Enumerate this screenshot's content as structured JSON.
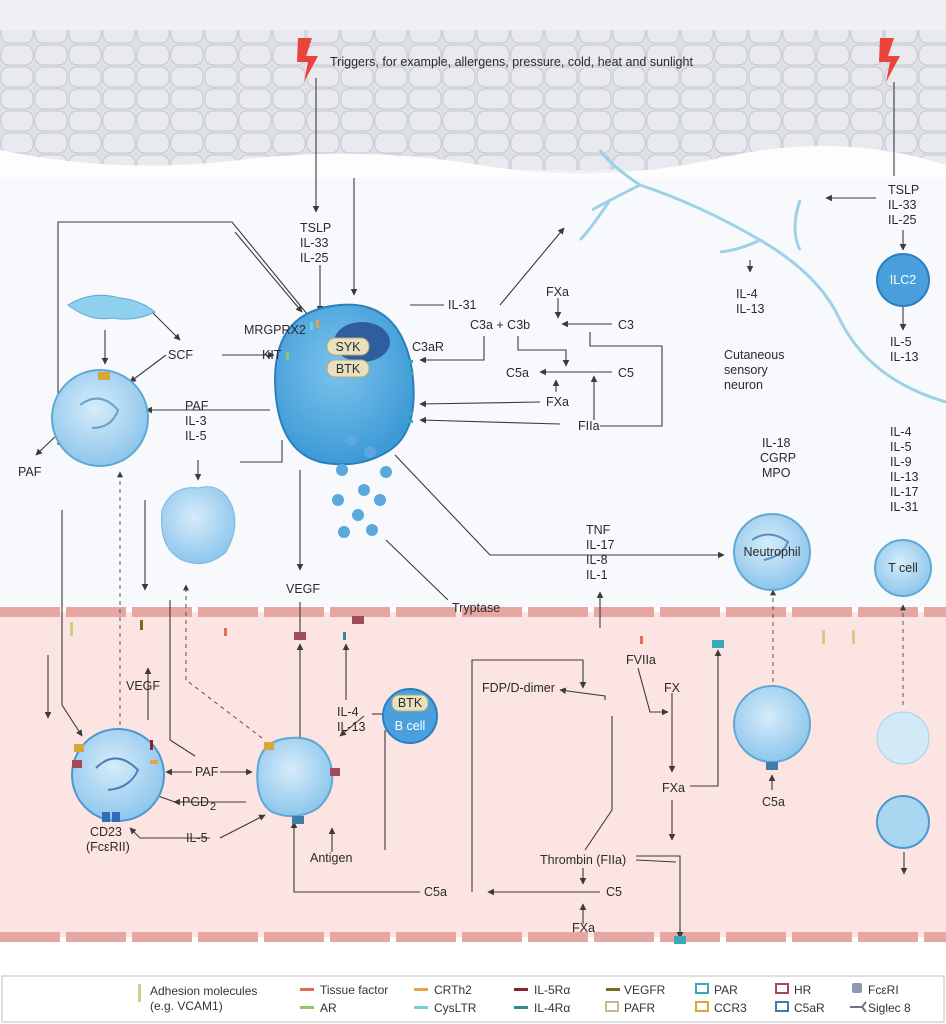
{
  "trigger": "Triggers, for example, allergens, pressure, cold, heat and sunlight",
  "left_cytokines": [
    "TSLP",
    "IL-33",
    "IL-25"
  ],
  "right_cytokines": [
    "TSLP",
    "IL-33",
    "IL-25"
  ],
  "mast_cell": {
    "receptors": {
      "mrgprx2": "MRGPRX2",
      "kit": "KIT",
      "c3ar": "C3aR"
    },
    "kinases": [
      "SYK",
      "BTK"
    ]
  },
  "scf": "SCF",
  "eos_mediators": [
    "PAF",
    "IL-3",
    "IL-5"
  ],
  "paf": "PAF",
  "il31": "IL-31",
  "complement": {
    "fxa_top": "FXa",
    "c3a_c3b": "C3a + C3b",
    "c3": "C3",
    "c5a": "C5a",
    "c5": "C5",
    "fxa_mid": "FXa",
    "fiia": "FIIa"
  },
  "ilc2": {
    "label": "ILC2",
    "in": [
      "IL-4",
      "IL-13"
    ],
    "out": [
      "IL-5",
      "IL-13"
    ]
  },
  "neuron": [
    "Cutaneous",
    "sensory",
    "neuron"
  ],
  "neutrophil": {
    "label": "Neutrophil",
    "mediators": [
      "IL-18",
      "CGRP",
      "MPO"
    ]
  },
  "t_cell": {
    "label": "T cell",
    "mediators": [
      "IL-4",
      "IL-5",
      "IL-9",
      "IL-13",
      "IL-17",
      "IL-31"
    ]
  },
  "tnf_group": [
    "TNF",
    "IL-17",
    "IL-8",
    "IL-1"
  ],
  "vegf_top": "VEGF",
  "tryptase": "Tryptase",
  "vascular": {
    "vegf": "VEGF",
    "paf": "PAF",
    "pgd2": "PGD",
    "pgd2_sub": "2",
    "il5": "IL-5",
    "cd23": [
      "CD23",
      "(FcεRII)"
    ],
    "il4_13": [
      "IL-4",
      "IL-13"
    ],
    "bcell": "B cell",
    "btk": "BTK",
    "antigen": "Antigen",
    "fdp": "FDP/D-dimer",
    "fviia": "FVIIa",
    "fx": "FX",
    "fxa": "FXa",
    "thrombin": "Thrombin (FIIa)",
    "c5a": "C5a",
    "c5": "C5",
    "fxa_bottom": "FXa",
    "neut_c5a": "C5a"
  },
  "legend": [
    {
      "label": [
        "Adhesion molecules",
        "(e.g. VCAM1)"
      ],
      "color": "#cfcf8a",
      "icon": "adhesion-molecule-icon"
    },
    {
      "label": [
        "Tissue factor"
      ],
      "color": "#e06b5a",
      "icon": "tissue-factor-icon"
    },
    {
      "label": [
        "AR"
      ],
      "color": "#8bc86a",
      "icon": "ar-icon"
    },
    {
      "label": [
        "CRTh2"
      ],
      "color": "#e8a24a",
      "icon": "crth2-icon"
    },
    {
      "label": [
        "CysLTR"
      ],
      "color": "#6fd0d8",
      "icon": "cysltr-icon"
    },
    {
      "label": [
        "IL-5Rα"
      ],
      "color": "#8b1f2a",
      "icon": "il5ra-icon"
    },
    {
      "label": [
        "IL-4Rα"
      ],
      "color": "#2e8f8a",
      "icon": "il4ra-icon"
    },
    {
      "label": [
        "VEGFR"
      ],
      "color": "#7a6a1e",
      "icon": "vegfr-icon"
    },
    {
      "label": [
        "PAFR"
      ],
      "color": "#c9b98a",
      "icon": "pafr-icon"
    },
    {
      "label": [
        "PAR"
      ],
      "color": "#37a9b8",
      "icon": "par-icon"
    },
    {
      "label": [
        "CCR3"
      ],
      "color": "#d9a63a",
      "icon": "ccr3-icon"
    },
    {
      "label": [
        "HR"
      ],
      "color": "#a04a5a",
      "icon": "hr-icon"
    },
    {
      "label": [
        "C5aR"
      ],
      "color": "#3d7fa8",
      "icon": "c5ar-icon"
    },
    {
      "label": [
        "FcεRI"
      ],
      "color": "#8e9ab2",
      "icon": "fceri-icon"
    },
    {
      "label": [
        "Siglec 8"
      ],
      "color": "#6b7280",
      "icon": "siglec8-icon"
    }
  ]
}
